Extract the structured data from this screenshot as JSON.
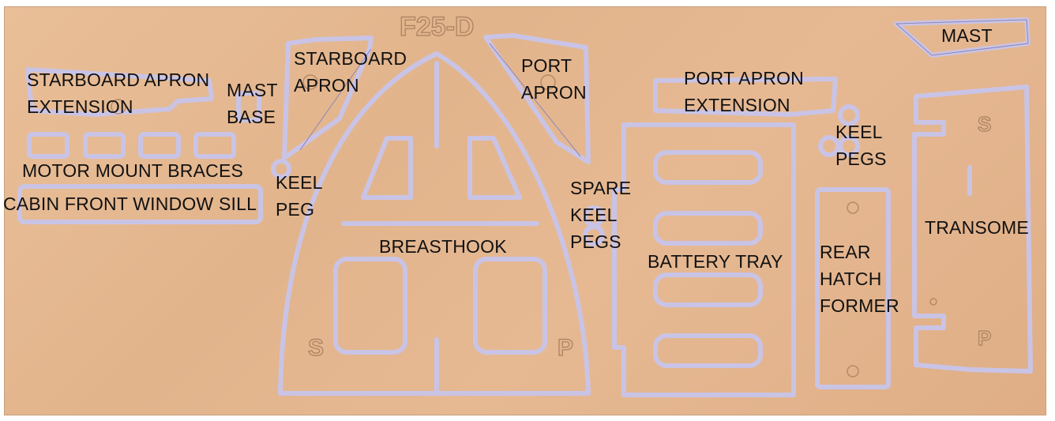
{
  "sheet": {
    "part_number": "F25-D",
    "side_marks": {
      "starboard": "S",
      "port": "P"
    }
  },
  "labels": {
    "starboard_apron_extension": "STARBOARD APRON\nEXTENSION",
    "mast_base": "MAST\nBASE",
    "starboard_apron": "STARBOARD\nAPRON",
    "port_apron": "PORT\nAPRON",
    "port_apron_extension": "PORT APRON\nEXTENSION",
    "mast": "MAST",
    "motor_mount_braces": "MOTOR MOUNT BRACES",
    "cabin_front_window_sill": "CABIN FRONT WINDOW SILL",
    "keel_peg": "KEEL\nPEG",
    "spare_keel_pegs": "SPARE\nKEEL\nPEGS",
    "keel_pegs": "KEEL\nPEGS",
    "breasthook": "BREASTHOOK",
    "battery_tray": "BATTERY TRAY",
    "rear_hatch_former": "REAR\nHATCH\nFORMER",
    "transome": "TRANSOME"
  },
  "colors": {
    "plywood": "#e4b68e",
    "cut_line": "#c9c4e6",
    "cut_edge": "#8f86b8",
    "label_text": "#111111"
  }
}
